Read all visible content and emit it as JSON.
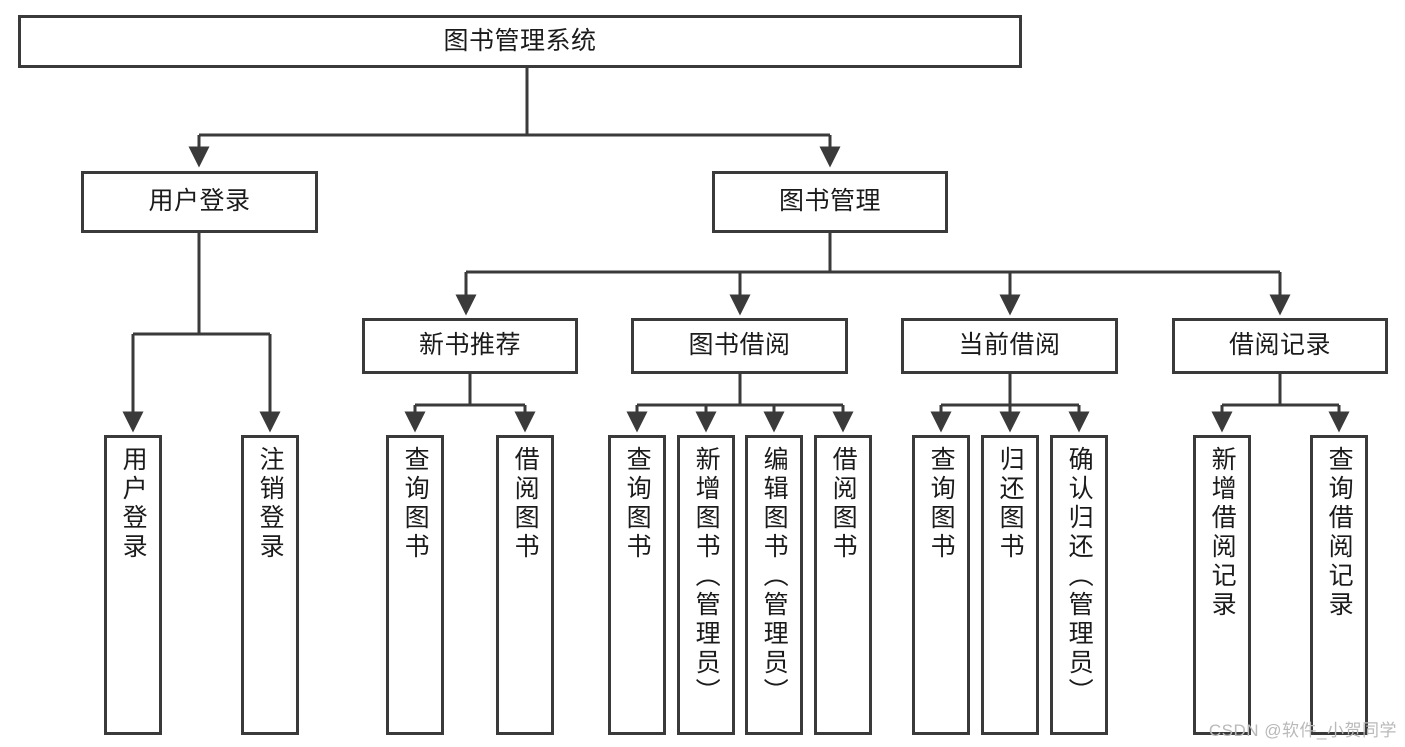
{
  "diagram": {
    "title": "图书管理系统",
    "type": "tree-hierarchy-chart",
    "watermark": "CSDN @软件_小贺同学",
    "colors": {
      "box_border": "#3a3a3a",
      "box_fill": "#ffffff",
      "edge": "#3a3a3a",
      "text": "#1b1b1b",
      "watermark": "#b9b9b9"
    }
  },
  "nodes": {
    "root": {
      "label": "图书管理系统"
    },
    "level2": [
      {
        "label": "用户登录"
      },
      {
        "label": "图书管理"
      }
    ],
    "level3": [
      {
        "label": "新书推荐"
      },
      {
        "label": "图书借阅"
      },
      {
        "label": "当前借阅"
      },
      {
        "label": "借阅记录"
      }
    ],
    "leaves": {
      "user_login": [
        {
          "label": "用户登录"
        },
        {
          "label": "注销登录"
        }
      ],
      "new_book_recommend": [
        {
          "label": "查询图书"
        },
        {
          "label": "借阅图书"
        }
      ],
      "book_borrow": [
        {
          "label": "查询图书"
        },
        {
          "label": "新增图书（管理员）"
        },
        {
          "label": "编辑图书（管理员）"
        },
        {
          "label": "借阅图书"
        }
      ],
      "current_borrow": [
        {
          "label": "查询图书"
        },
        {
          "label": "归还图书"
        },
        {
          "label": "确认归还（管理员）"
        }
      ],
      "borrow_record": [
        {
          "label": "新增借阅记录"
        },
        {
          "label": "查询借阅记录"
        }
      ]
    }
  }
}
